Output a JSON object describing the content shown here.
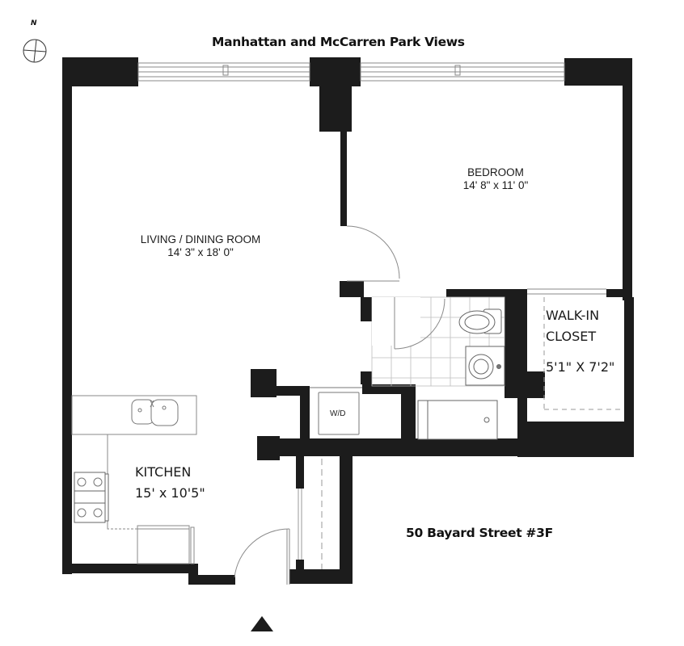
{
  "header": {
    "title": "Manhattan and McCarren Park Views"
  },
  "compass": {
    "label": "N",
    "icon": "compass-icon"
  },
  "rooms": {
    "living": {
      "name": "LIVING / DINING ROOM",
      "dims": "14' 3\" x 18' 0\""
    },
    "bedroom": {
      "name": "BEDROOM",
      "dims": "14' 8\" x 11' 0\""
    },
    "closet": {
      "name_line1": "WALK-IN",
      "name_line2": "CLOSET",
      "dims": "5'1\" X 7'2\""
    },
    "kitchen": {
      "name": "KITCHEN",
      "dims": "15' x 10'5\""
    },
    "laundry": {
      "name": "W/D"
    }
  },
  "address": {
    "label": "50 Bayard Street #3F"
  },
  "entry": {
    "icon": "entry-arrow-icon"
  },
  "colors": {
    "wall": "#1c1c1c",
    "line": "#8a8a8a",
    "background": "#ffffff"
  }
}
